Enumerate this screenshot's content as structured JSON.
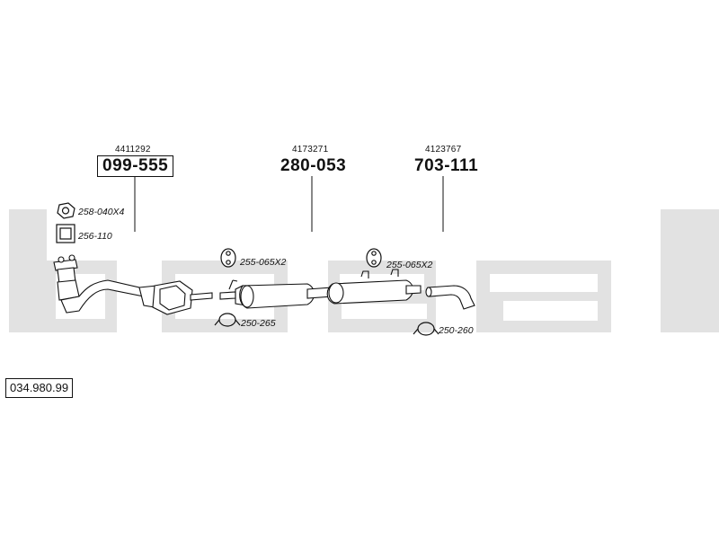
{
  "watermark": {
    "logo_text": "bosal",
    "color": "#e2e2e2"
  },
  "catalog_number": "034.980.99",
  "sections": [
    {
      "oe_number": "4411292",
      "part_number": "099-555",
      "boxed": true
    },
    {
      "oe_number": "4173271",
      "part_number": "280-053",
      "boxed": false
    },
    {
      "oe_number": "4123767",
      "part_number": "703-111",
      "boxed": false
    }
  ],
  "accessories": {
    "nut": "258-040X4",
    "gasket": "256-110",
    "hanger_1": "255-065X2",
    "hanger_2": "255-065X2",
    "clamp_1": "250-265",
    "clamp_2": "250-260"
  },
  "colors": {
    "line": "#111111",
    "watermark": "#e2e2e2"
  }
}
